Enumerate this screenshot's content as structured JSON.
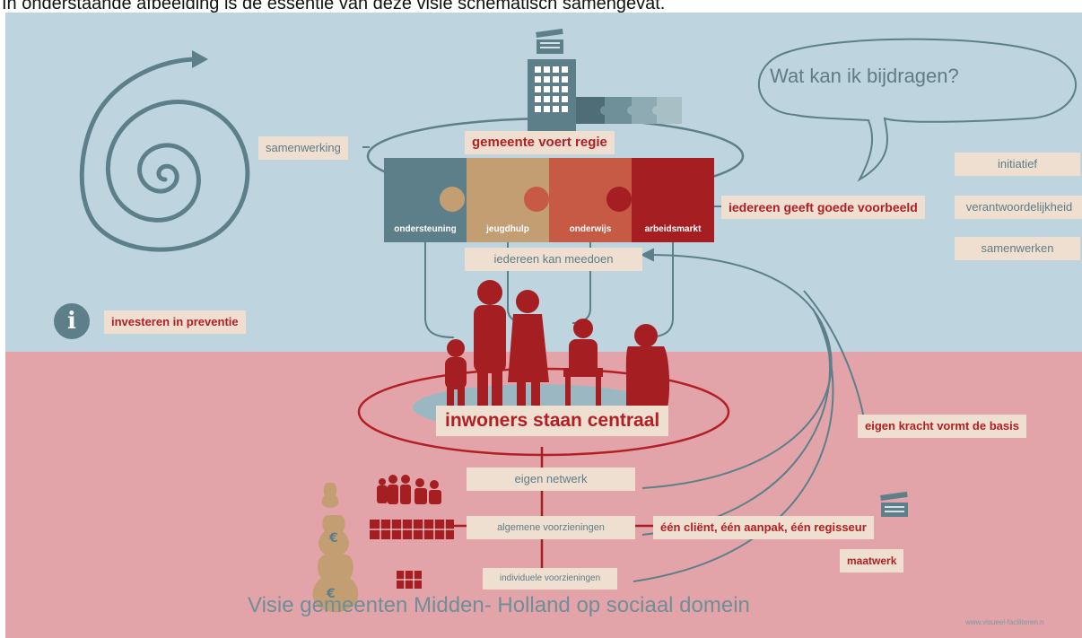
{
  "intro_text": "In onderstaande afbeelding is de essentie van deze visie schematisch samengevat.",
  "title": "Visie gemeenten Midden- Holland op sociaal domein",
  "credit": "www.visueel-faciliteren.n",
  "speech_bubble": "Wat kan ik bijdragen?",
  "center_top": "gemeente voert regie",
  "samenwerking": "samenwerking",
  "pieces": [
    "ondersteuning",
    "jeugdhulp",
    "onderwijs",
    "arbeidsmarkt"
  ],
  "meedoen": "iedereen kan meedoen",
  "voorbeeld": "iedereen geeft goede voorbeeld",
  "values": [
    "initiatief",
    "verantwoordelijkheid",
    "samenwerken"
  ],
  "preventie": "investeren in preventie",
  "info_glyph": "i",
  "centraal": "inwoners staan centraal",
  "eigen_kracht": "eigen kracht vormt de basis",
  "levels": [
    "eigen netwerk",
    "algemene voorzieningen",
    "individuele voorzieningen"
  ],
  "regisseur": "één cliënt, één aanpak, één regisseur",
  "maatwerk": "maatwerk",
  "icons": [
    "spiral-arrow-icon",
    "building-icon",
    "clapperboard-icon",
    "info-icon",
    "money-bag-icon",
    "people-icon",
    "puzzle-icon"
  ],
  "colors": {
    "sky": "#bed4de",
    "ground": "#e2a4a9",
    "teal": "#5c7f8a",
    "tan": "#c39e72",
    "orange": "#c65a44",
    "red": "#a41e22",
    "label_bg": "#efdfd1"
  }
}
